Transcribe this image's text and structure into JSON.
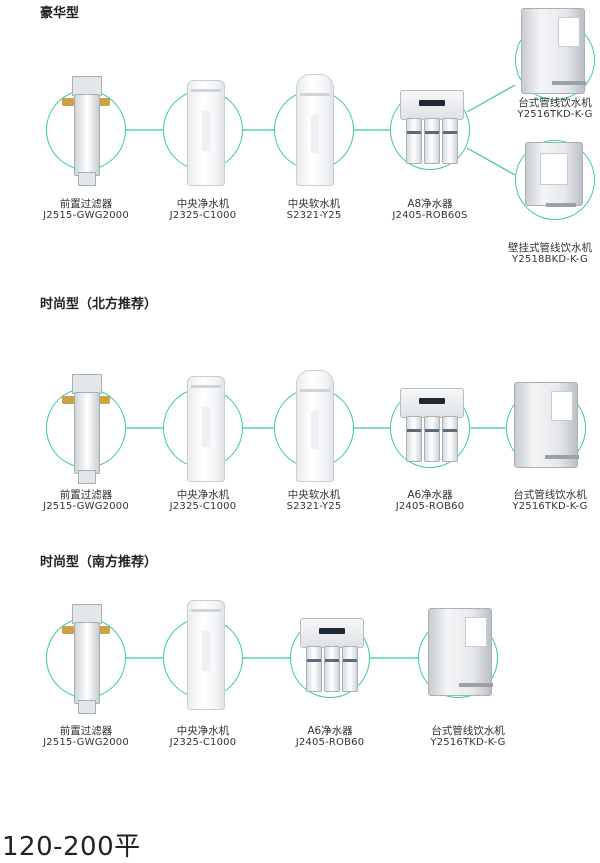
{
  "sections": [
    {
      "title": "豪华型",
      "items": [
        {
          "name": "前置过滤器",
          "model": "J2515-GWG2000",
          "icon": "prefilter-icon"
        },
        {
          "name": "中央净水机",
          "model": "J2325-C1000",
          "icon": "central-purifier-icon"
        },
        {
          "name": "中央软水机",
          "model": "S2321-Y25",
          "icon": "water-softener-icon"
        },
        {
          "name": "A8净水器",
          "model": "J2405-ROB60S",
          "icon": "ro-purifier-icon"
        },
        {
          "name": "台式管线饮水机",
          "model": "Y2516TKD-K-G",
          "icon": "desktop-dispenser-icon"
        },
        {
          "name": "壁挂式管线饮水机",
          "model": "Y2518BKD-K-G",
          "icon": "wall-dispenser-icon"
        }
      ]
    },
    {
      "title": "时尚型（北方推荐）",
      "items": [
        {
          "name": "前置过滤器",
          "model": "J2515-GWG2000",
          "icon": "prefilter-icon"
        },
        {
          "name": "中央净水机",
          "model": "J2325-C1000",
          "icon": "central-purifier-icon"
        },
        {
          "name": "中央软水机",
          "model": "S2321-Y25",
          "icon": "water-softener-icon"
        },
        {
          "name": "A6净水器",
          "model": "J2405-ROB60",
          "icon": "ro-purifier-icon"
        },
        {
          "name": "台式管线饮水机",
          "model": "Y2516TKD-K-G",
          "icon": "desktop-dispenser-icon"
        }
      ]
    },
    {
      "title": "时尚型（南方推荐）",
      "items": [
        {
          "name": "前置过滤器",
          "model": "J2515-GWG2000",
          "icon": "prefilter-icon"
        },
        {
          "name": "中央净水机",
          "model": "J2325-C1000",
          "icon": "central-purifier-icon"
        },
        {
          "name": "A6净水器",
          "model": "J2405-ROB60",
          "icon": "ro-purifier-icon"
        },
        {
          "name": "台式管线饮水机",
          "model": "Y2516TKD-K-G",
          "icon": "desktop-dispenser-icon"
        }
      ]
    }
  ],
  "footer": "120-200平",
  "colors": {
    "connector": "#3cc9a6"
  }
}
